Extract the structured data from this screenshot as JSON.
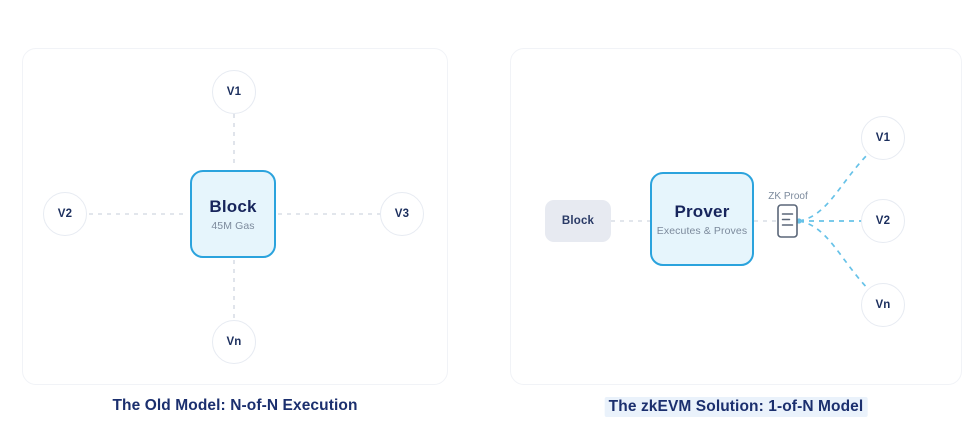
{
  "left_panel": {
    "caption": "The Old Model: N-of-N Execution",
    "center": {
      "title": "Block",
      "subtitle": "45M Gas"
    },
    "validators": [
      {
        "label": "V1",
        "position": "top"
      },
      {
        "label": "V2",
        "position": "left"
      },
      {
        "label": "V3",
        "position": "right"
      },
      {
        "label": "Vn",
        "position": "bottom"
      }
    ]
  },
  "right_panel": {
    "caption": "The zkEVM Solution: 1-of-N Model",
    "source_block": {
      "label": "Block"
    },
    "prover": {
      "title": "Prover",
      "subtitle": "Executes & Proves"
    },
    "proof": {
      "label": "ZK Proof",
      "icon": "document-icon"
    },
    "validators": [
      {
        "label": "V1"
      },
      {
        "label": "V2"
      },
      {
        "label": "Vn"
      }
    ]
  },
  "colors": {
    "accent_blue": "#2ba3dd",
    "accent_blue_fill": "#e6f5fc",
    "navy_text": "#17255c",
    "caption_navy": "#1b2f6e",
    "grey_block": "#e7eaf1",
    "muted_text": "#7c8a9c",
    "wire_grey": "#d8dde6",
    "wire_blue": "#67c2e8",
    "caption_highlight": "#eaf2fb",
    "card_border": "#f1f3f7"
  }
}
